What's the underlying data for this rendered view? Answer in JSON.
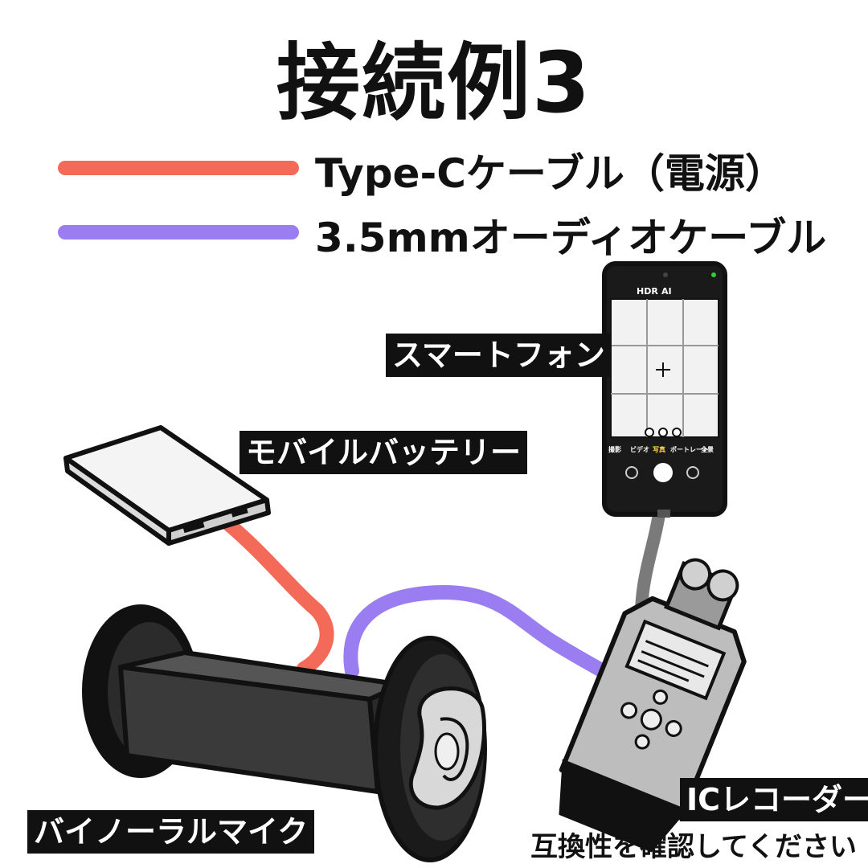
{
  "title": "接続例3",
  "legend": [
    {
      "label": "Type-Cケーブル（電源）",
      "color": "#f36b58"
    },
    {
      "label": "3.5mmオーディオケーブル",
      "color": "#9a7df0"
    }
  ],
  "devices": {
    "smartphone": "スマートフォン",
    "battery": "モバイルバッテリー",
    "mic": "バイノーラルマイク",
    "recorder": "ICレコーダー"
  },
  "note": "互換性を確認してください",
  "phone_ui": {
    "top_hdr": "HDR",
    "top_ai": "AI",
    "modes": [
      "撮影",
      "ビデオ",
      "写真",
      "ポートレート",
      "全景"
    ]
  },
  "colors": {
    "typec": "#f36b58",
    "audio": "#9a7df0",
    "phone_cable": "#7a7a7a",
    "mic_body": "#3a3a3a",
    "recorder_body": "#bdbdbd"
  }
}
